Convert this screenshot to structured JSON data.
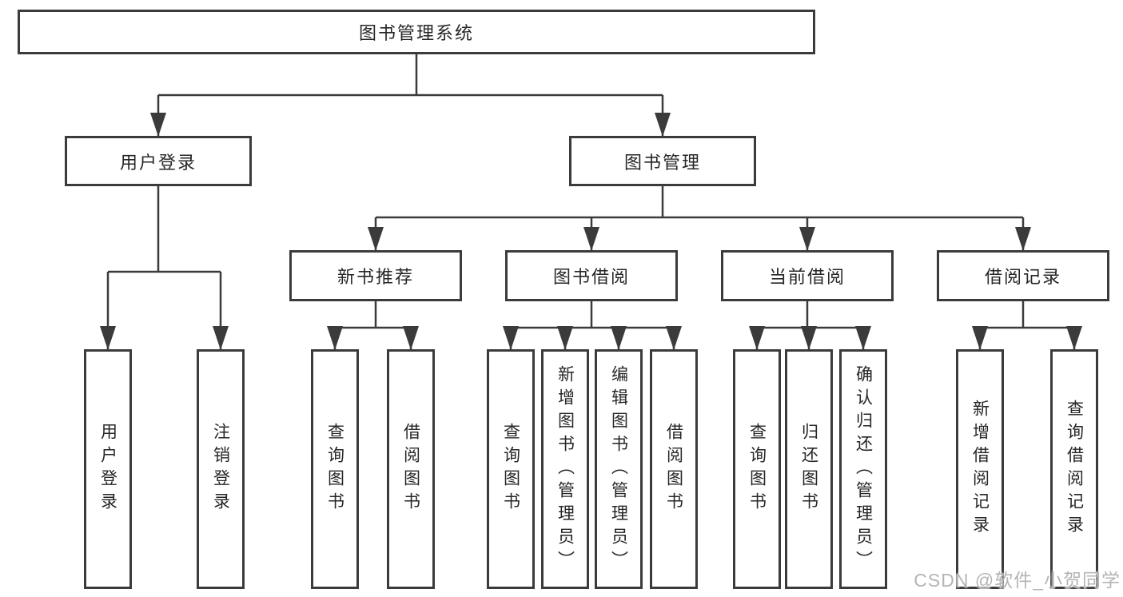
{
  "tree": {
    "root": "图书管理系统",
    "children": [
      {
        "label": "用户登录",
        "children": [
          "用户登录",
          "注销登录"
        ]
      },
      {
        "label": "图书管理",
        "children": [
          {
            "label": "新书推荐",
            "children": [
              "查询图书",
              "借阅图书"
            ]
          },
          {
            "label": "图书借阅",
            "children": [
              "查询图书",
              "新增图书（管理员）",
              "编辑图书（管理员）",
              "借阅图书"
            ]
          },
          {
            "label": "当前借阅",
            "children": [
              "查询图书",
              "归还图书",
              "确认归还（管理员）"
            ]
          },
          {
            "label": "借阅记录",
            "children": [
              "新增借阅记录",
              "查询借阅记录"
            ]
          }
        ]
      }
    ]
  },
  "colors": {
    "line": "#3b3b3b",
    "text": "#262626",
    "watermark": "#b5b5b5"
  },
  "watermark": "CSDN @软件_小贺同学"
}
